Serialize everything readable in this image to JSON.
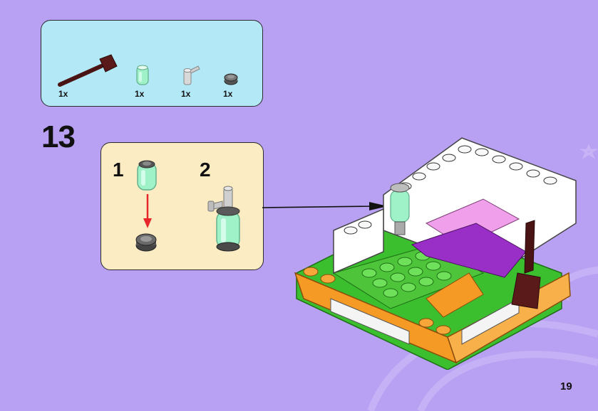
{
  "parts_list": {
    "items": [
      {
        "icon": "broom-brick-icon",
        "qty": "1x"
      },
      {
        "icon": "trans-green-round-brick-icon",
        "qty": "1x"
      },
      {
        "icon": "faucet-tap-piece-icon",
        "qty": "1x"
      },
      {
        "icon": "dark-grey-round-plate-icon",
        "qty": "1x"
      }
    ]
  },
  "step": {
    "number": "13"
  },
  "sub_steps": [
    {
      "number": "1"
    },
    {
      "number": "2"
    }
  ],
  "page": {
    "number": "19"
  },
  "colors": {
    "background": "#b8a0f2",
    "parts_box": "#b3e9f6",
    "substep_box": "#fcecc4",
    "arrow_red": "#e8262a"
  }
}
